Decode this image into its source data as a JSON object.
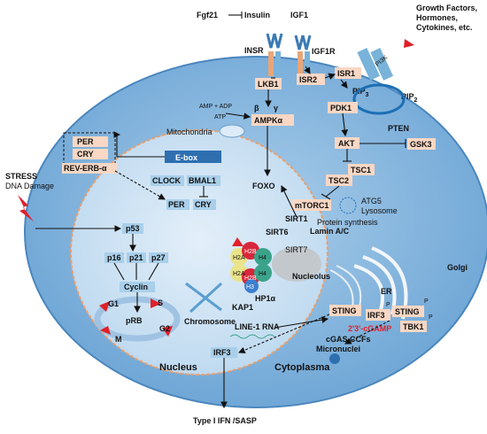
{
  "labels": {
    "fgf21": "Fgf21",
    "insulin": "Insulin",
    "igf1": "IGF1",
    "growth_factors": "Growth Factors,",
    "hormones": "Hormones,",
    "cytokines": "Cytokines, etc.",
    "insr": "INSR",
    "igf1r": "IGF1R",
    "pi3k": "PI3K",
    "isr1": "ISR1",
    "isr2": "ISR2",
    "pip3": "PIP",
    "pip3_sub": "3",
    "pip2": "PIP",
    "pip2_sub": "2",
    "lkb1": "LKB1",
    "pdk1": "PDK1",
    "pten": "PTEN",
    "amp_adp": "AMP + ADP",
    "atp": "ATP",
    "beta": "β",
    "gamma": "γ",
    "ampka": "AMPKα",
    "mitochondria": "Mitochondria",
    "akt": "AKT",
    "gsk3": "GSK3",
    "tsc1": "TSC1",
    "tsc2": "TSC2",
    "mtorc1": "mTORC1",
    "atg5": "ATG5",
    "lysosome": "Lysosome",
    "protein_synthesis": "Protein synthesis",
    "per": "PER",
    "cry": "CRY",
    "rev_erb": "REV-ERB-α",
    "ebox": "E-box",
    "clock": "CLOCK",
    "bmal1": "BMAL1",
    "per2": "PER",
    "cry2": "CRY",
    "foxo": "FOXO",
    "stress": "STRESS",
    "dna_damage": "DNA Damage",
    "p53": "p53",
    "p16": "p16",
    "p21": "p21",
    "p27": "p27",
    "cyclin": "Cyclin",
    "g1": "G1",
    "s": "S",
    "prb": "pRB",
    "g2": "G2",
    "m": "M",
    "sirt1": "SIRT1",
    "sirt6": "SIRT6",
    "sirt7": "SIRT7",
    "lamin": "Lamin A/C",
    "nucleolus": "Nucleolus",
    "h2a": "H2A",
    "h2b": "H2B",
    "h3": "H3",
    "h4": "H4",
    "hp1a": "HP1α",
    "kap1": "KAP1",
    "chromosome": "Chromosome",
    "line1": "LINE-1 RNA",
    "golgi": "Golgi",
    "er": "ER",
    "sting1": "STING",
    "sting2": "STING",
    "irf3_a": "IRF3",
    "irf3_b": "IRF3",
    "tbk1": "TBK1",
    "cgamp": "2'3'-cGAMP",
    "cgas": "cGAS",
    "ccfs": "CCFs",
    "micronuclei": "Micronuclei",
    "nucleus": "Nucleus",
    "cytoplasma": "Cytoplasma",
    "output": "Type I IFN /SASP",
    "p": "P"
  },
  "colors": {
    "cell": "#7fb5e0",
    "nucleus": "#c9e0f4",
    "box": "#f8d7c4",
    "blue_box": "#a9cfea",
    "ebox": "#2e6fb0",
    "red": "#e0202a"
  }
}
